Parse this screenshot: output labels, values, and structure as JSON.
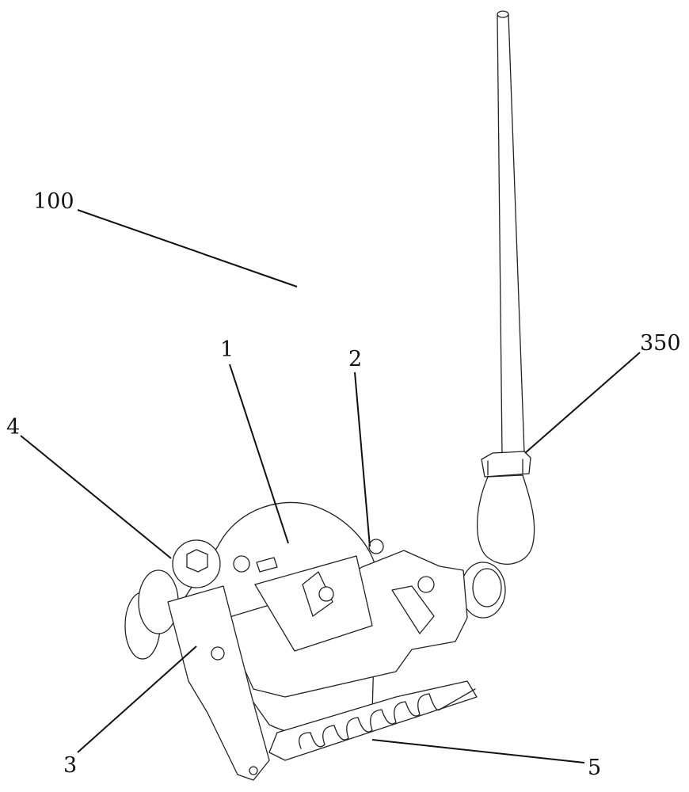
{
  "figure": {
    "labels": {
      "assembly": "100",
      "part_1": "1",
      "part_2": "2",
      "part_3": "3",
      "part_4": "4",
      "part_5": "5",
      "part_350": "350"
    }
  }
}
